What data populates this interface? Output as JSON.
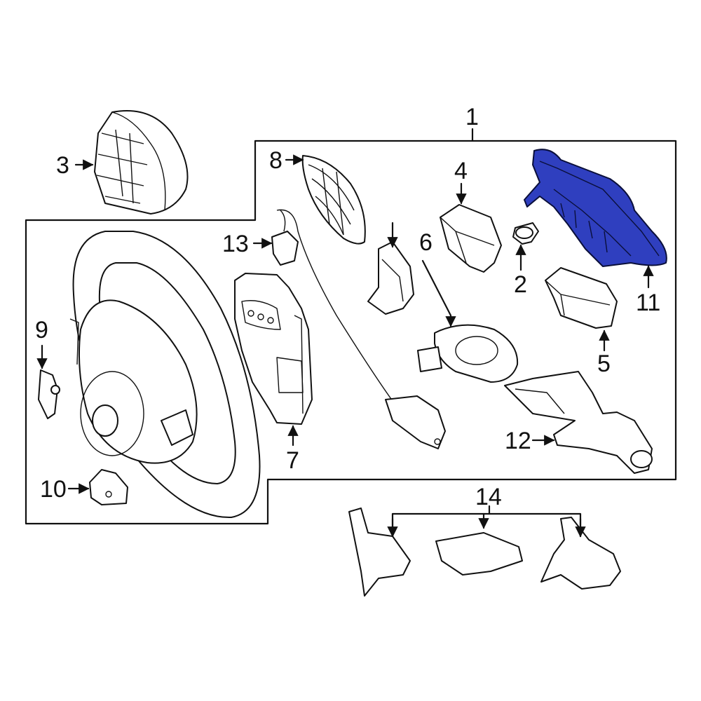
{
  "callouts": {
    "c1": "1",
    "c2": "2",
    "c3": "3",
    "c4": "4",
    "c5": "5",
    "c6": "6",
    "c7": "7",
    "c8": "8",
    "c9": "9",
    "c10": "10",
    "c11": "11",
    "c12": "12",
    "c13": "13",
    "c14": "14"
  },
  "colors": {
    "highlight": "#2f3fbf",
    "line": "#111111",
    "background": "#ffffff"
  },
  "highlighted_part": "11"
}
